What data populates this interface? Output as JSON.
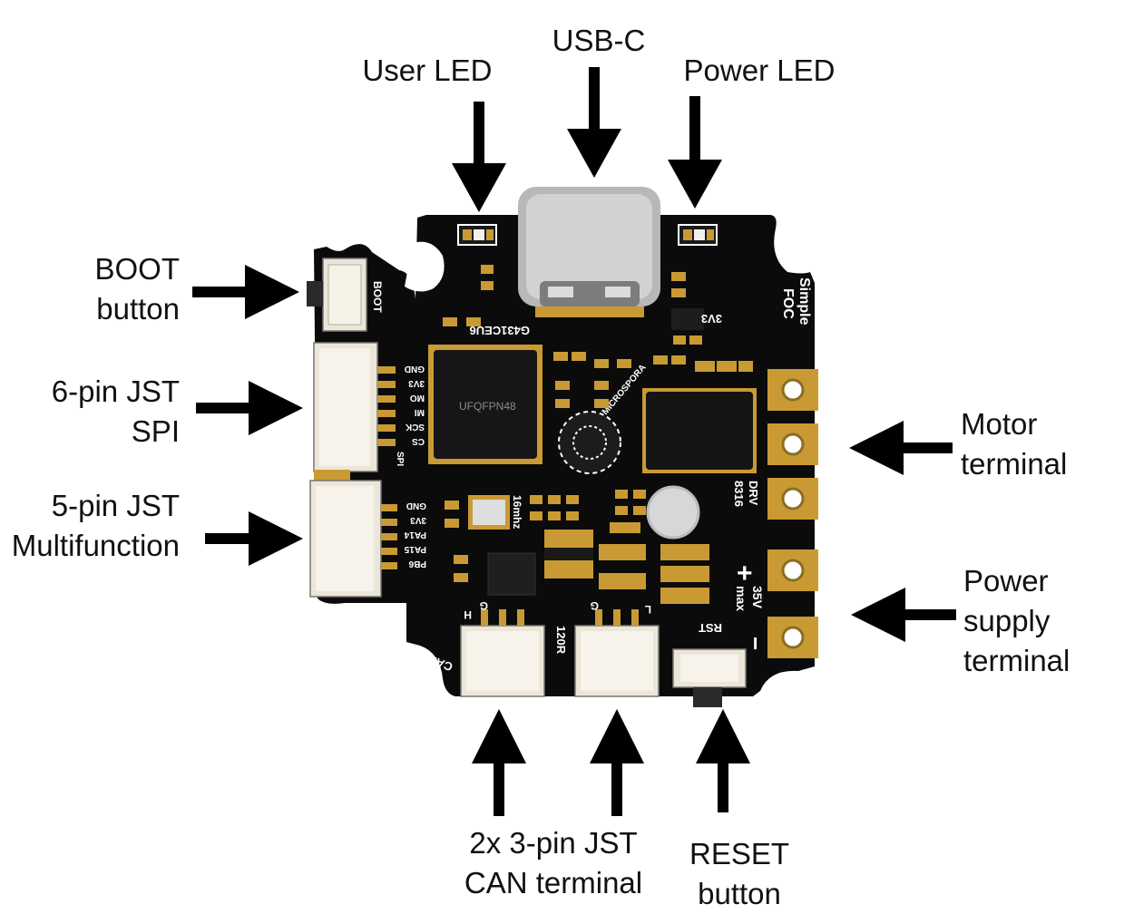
{
  "callouts": {
    "usb_c": "USB-C",
    "user_led": "User LED",
    "power_led": "Power LED",
    "boot": [
      "BOOT",
      "button"
    ],
    "spi": [
      "6-pin JST",
      "SPI"
    ],
    "multifunction": [
      "5-pin JST",
      "Multifunction"
    ],
    "motor": [
      "Motor",
      "terminal"
    ],
    "power_supply": [
      "Power",
      "supply",
      "terminal"
    ],
    "can": [
      "2x 3-pin JST",
      "CAN terminal"
    ],
    "reset": [
      "RESET",
      "button"
    ]
  },
  "board": {
    "mcu_top": "G431CEU6",
    "mcu_package": "UFQFPN48",
    "brand": "MICROSPORA",
    "logo_line1": "Simple",
    "logo_line2": "FOC",
    "rail_3v3": "3V3",
    "boot_silk": "BOOT",
    "spi_pins": [
      "GND",
      "3V3",
      "MO",
      "MI",
      "SCK",
      "CS",
      "SPI"
    ],
    "multi_pins": [
      "GND",
      "3V3",
      "PA14",
      "PA15",
      "PB6"
    ],
    "crystal": "16mhz",
    "can_silk": "CAN",
    "resistor_silk": "120R",
    "can_g": "G",
    "can_h": "H",
    "can_l": "L",
    "driver_line1": "DRV",
    "driver_line2": "8316",
    "voltage_line1": "35V",
    "voltage_line2": "max",
    "reset_silk": "RST",
    "plus": "+",
    "minus": "−"
  },
  "colors": {
    "pcb": "#0b0b0b",
    "gold": "#c99a33",
    "connector": "#ece6d8",
    "usb_metal": "#bcbcbc",
    "text": "#111111",
    "arrow": "#000000"
  }
}
